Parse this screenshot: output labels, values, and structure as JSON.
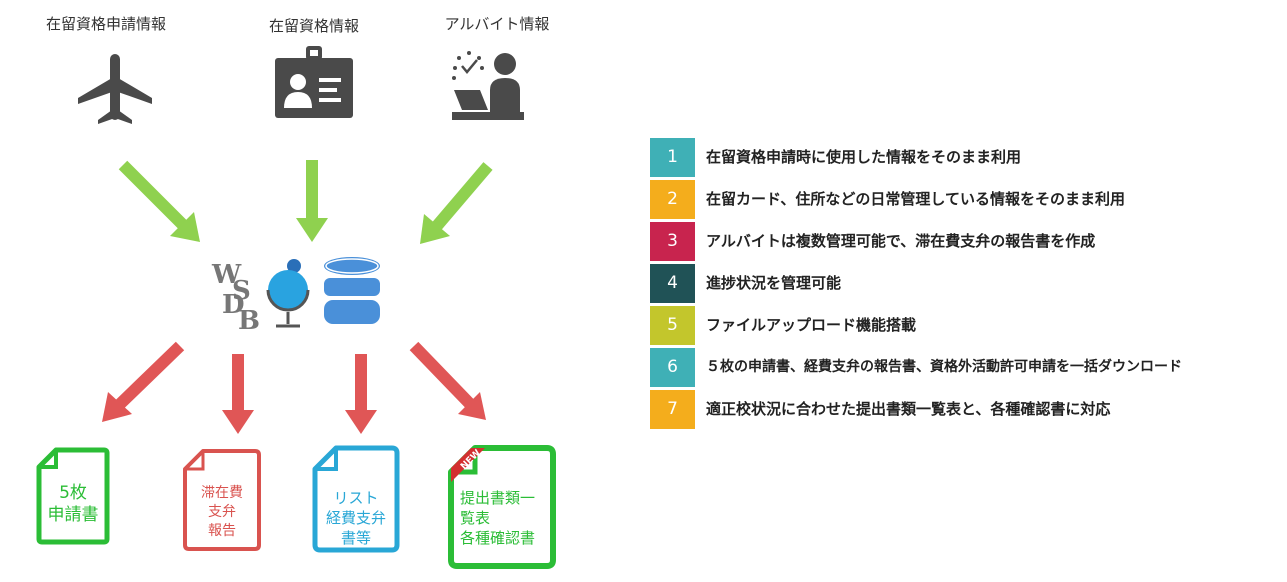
{
  "sources": [
    {
      "label": "在留資格申請情報",
      "icon": "airplane-icon"
    },
    {
      "label": "在留資格情報",
      "icon": "id-card-icon"
    },
    {
      "label": "アルバイト情報",
      "icon": "worker-at-desk-icon"
    }
  ],
  "center": {
    "logo_letters": [
      "W",
      "S",
      "D",
      "B"
    ],
    "logo_icon": "globe-icon",
    "db_icon": "database-icon"
  },
  "outputs": [
    {
      "lines": [
        "5枚",
        "申請書"
      ],
      "color": "#2bbd36"
    },
    {
      "lines": [
        "滞在費",
        "支弁",
        "報告"
      ],
      "color": "#d9534f"
    },
    {
      "lines": [
        "リスト",
        "経費支弁",
        "書等"
      ],
      "color": "#29a7d6"
    },
    {
      "lines": [
        "提出書類一",
        "覧表",
        "各種確認書"
      ],
      "color": "#2bbd36",
      "badge": "NEW"
    }
  ],
  "features": [
    {
      "num": "1",
      "text": "在留資格申請時に使用した情報をそのまま利用",
      "color": "#3fb0b6"
    },
    {
      "num": "2",
      "text": "在留カード、住所などの日常管理している情報をそのまま利用",
      "color": "#f4ad1c"
    },
    {
      "num": "3",
      "text": "アルバイトは複数管理可能で、滞在費支弁の報告書を作成",
      "color": "#c8244e"
    },
    {
      "num": "4",
      "text": "進捗状況を管理可能",
      "color": "#205256"
    },
    {
      "num": "5",
      "text": "ファイルアップロード機能搭載",
      "color": "#c3c62c"
    },
    {
      "num": "6",
      "text": "５枚の申請書、経費支弁の報告書、資格外活動許可申請を一括ダウンロード",
      "color": "#3fb0b6"
    },
    {
      "num": "7",
      "text": "適正校状況に合わせた提出書類一覧表と、各種確認書に対応",
      "color": "#f4ad1c"
    }
  ],
  "colors": {
    "arrow_in": "#8fd14f",
    "arrow_out": "#e05656",
    "icon_dark": "#4a4a4a",
    "db_blue": "#4a90d9"
  }
}
